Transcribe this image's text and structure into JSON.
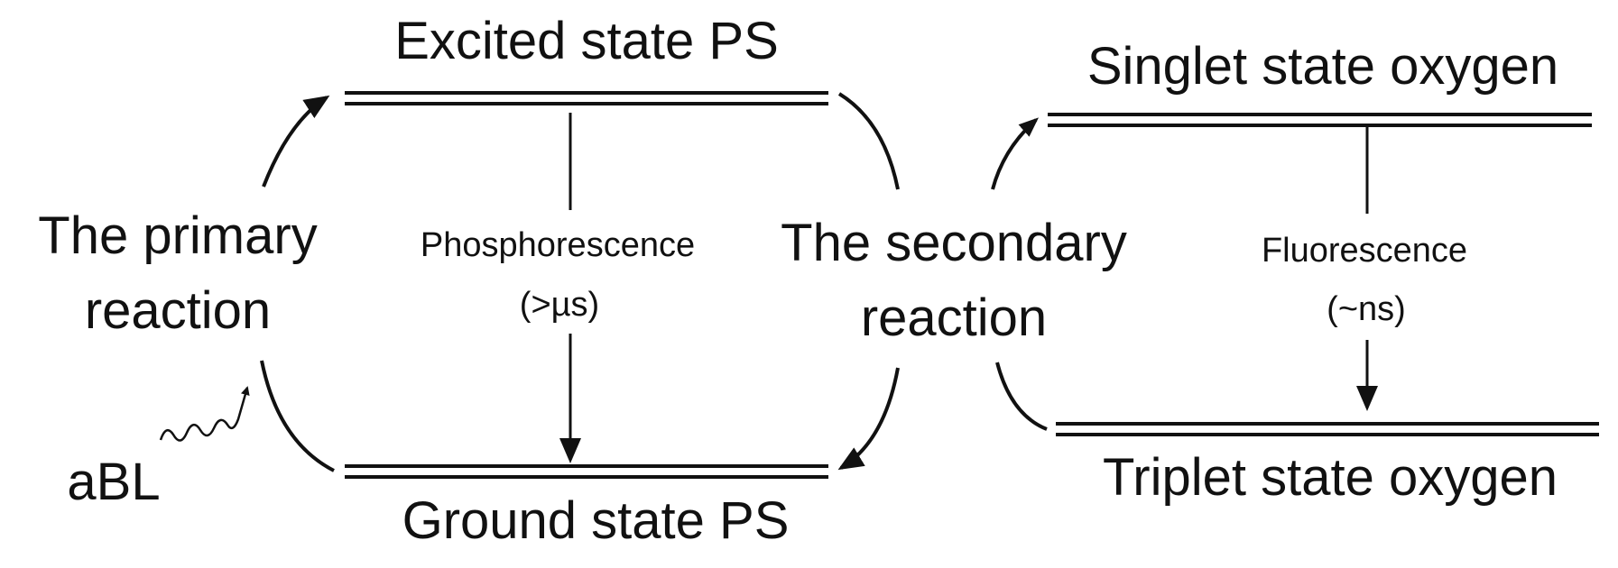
{
  "diagram": {
    "excited_state_ps": "Excited state PS",
    "ground_state_ps": "Ground state PS",
    "singlet_state_oxygen": "Singlet state oxygen",
    "triplet_state_oxygen": "Triplet state oxygen",
    "primary_reaction": {
      "line1": "The primary",
      "line2": "reaction"
    },
    "secondary_reaction": {
      "line1": "The secondary",
      "line2": "reaction"
    },
    "phosphorescence": {
      "label": "Phosphorescence",
      "time": "(>µs)"
    },
    "fluorescence": {
      "label": "Fluorescence",
      "time": "(~ns)"
    },
    "light_source": "aBL"
  },
  "colors": {
    "ink": "#111111",
    "background": "#ffffff"
  }
}
